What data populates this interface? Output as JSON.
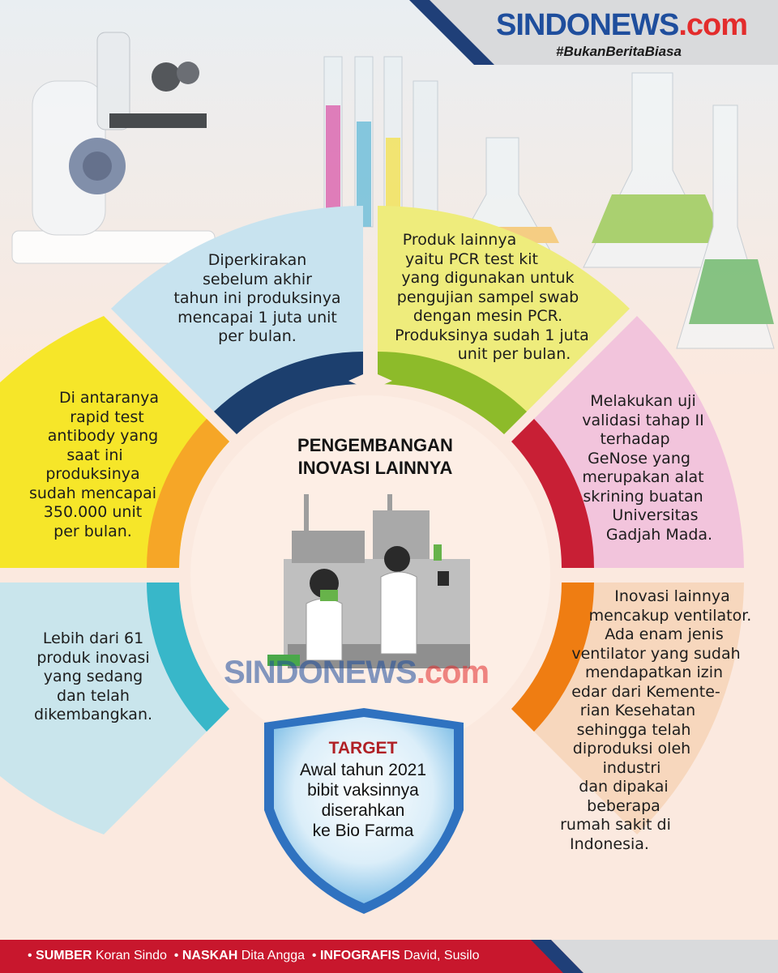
{
  "brand": {
    "logo_left": "SINDO",
    "logo_right": "NEWS",
    "logo_suffix": ".com",
    "hashtag": "#BukanBeritaBiasa"
  },
  "center": {
    "title_line1": "PENGEMBANGAN",
    "title_line2": "INOVASI LAINNYA"
  },
  "segments": {
    "top_left": {
      "lines": [
        "Diperkirakan",
        "sebelum akhir",
        "tahun ini produksinya",
        "mencapai 1 juta unit",
        "per bulan."
      ]
    },
    "top_right": {
      "lines": [
        "Produk lainnya",
        "yaitu PCR test kit",
        "yang digunakan untuk",
        "pengujian sampel swab",
        "dengan mesin PCR.",
        "Produksinya sudah 1 juta",
        "unit per bulan."
      ]
    },
    "left_upper": {
      "lines": [
        "Di antaranya",
        "rapid test",
        "antibody yang",
        "saat ini",
        "produksinya",
        "sudah mencapai",
        "350.000 unit",
        "per bulan."
      ]
    },
    "right_upper": {
      "lines": [
        "Melakukan uji",
        "validasi tahap II",
        "terhadap",
        "GeNose yang",
        "merupakan alat",
        "skrining buatan",
        "Universitas",
        "Gadjah Mada."
      ]
    },
    "left_lower": {
      "lines": [
        "Lebih dari 61",
        "produk inovasi",
        "yang sedang",
        "dan telah",
        "dikembangkan."
      ]
    },
    "right_lower": {
      "lines": [
        "Inovasi lainnya",
        "mencakup ventilator.",
        "Ada enam jenis",
        "ventilator yang sudah",
        "mendapatkan izin",
        "edar dari Kemente-",
        "rian Kesehatan",
        "sehingga telah",
        "diproduksi oleh industri",
        "dan dipakai beberapa",
        "rumah sakit di",
        "Indonesia."
      ]
    }
  },
  "target": {
    "label": "TARGET",
    "lines": [
      "Awal tahun 2021",
      "bibit vaksinnya",
      "diserahkan",
      "ke Bio Farma"
    ]
  },
  "footer": {
    "source_label": "SUMBER",
    "source_value": "Koran Sindo",
    "writer_label": "NASKAH",
    "writer_value": "Dita Angga",
    "graphics_label": "INFOGRAFIS",
    "graphics_value": "David, Susilo"
  },
  "colors": {
    "seg_top_left": "#c8e3ef",
    "seg_top_right": "#eeec7c",
    "seg_left_upper": "#f6e629",
    "seg_right_upper": "#f2c4dc",
    "seg_left_lower": "#c9e5ec",
    "seg_right_lower": "#f7d7bd",
    "ring_navy": "#1c3f6e",
    "ring_green": "#8dbb2a",
    "ring_orange": "#f6a627",
    "ring_red": "#c81f35",
    "ring_teal": "#38b7c9",
    "ring_dark_orange": "#ef7d12",
    "footer_red": "#c8172d",
    "brand_blue": "#1f4e9d",
    "brand_red": "#e32c2c"
  }
}
